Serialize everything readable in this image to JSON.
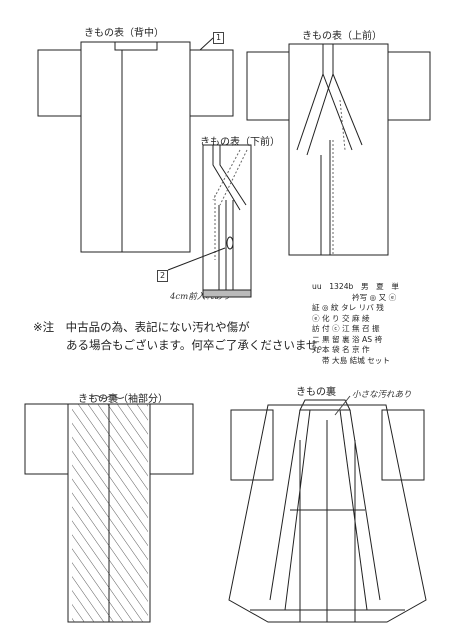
{
  "views": {
    "front_back": "きもの表（背中）",
    "front_top": "きもの表（上前）",
    "front_lower": "きもの表（下前）",
    "lining_sleeve": "きもの裏（袖部分）",
    "lining": "きもの裏"
  },
  "markers": {
    "m1": "1",
    "m2": "2"
  },
  "handwritten": {
    "note1": "4cm前入れあり",
    "note2": "小さな汚れあり"
  },
  "notice": {
    "line1": "※注　中古品の為、表記にない汚れや傷が",
    "line2": "ある場合もございます。何卒ご了承くださいませ。"
  },
  "legend": {
    "row1": "uu　1324b　男　夏　単",
    "row2": "衿写 ◎ 又 ⓔ",
    "row3": "証 ◎ 紋 タレ リバ 残",
    "row4": "ⓔ 化 り 交 麻 綾",
    "row5": "訪 付 ⓒ 江 無 召 振",
    "row6": "二 黒 留 裏 浴 AS 袴",
    "row7": "丸 本 袋 名 京 作",
    "row8": "帯 大島 結城 セット"
  },
  "colors": {
    "line": "#222222",
    "dash": "#555555",
    "paper": "#ffffff"
  }
}
